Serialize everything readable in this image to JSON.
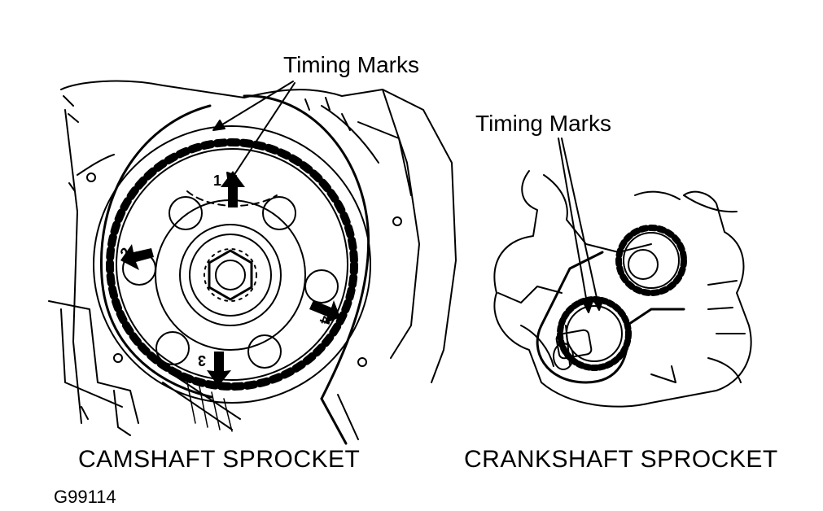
{
  "callouts": {
    "camshaft": "Timing Marks",
    "crankshaft": "Timing Marks"
  },
  "captions": {
    "camshaft": "CAMSHAFT SPROCKET",
    "crankshaft": "CRANKSHAFT SPROCKET"
  },
  "sprocket_marks": [
    "1",
    "2",
    "3",
    "4"
  ],
  "figure_id": "G99114",
  "colors": {
    "ink": "#000000",
    "paper": "#ffffff"
  }
}
